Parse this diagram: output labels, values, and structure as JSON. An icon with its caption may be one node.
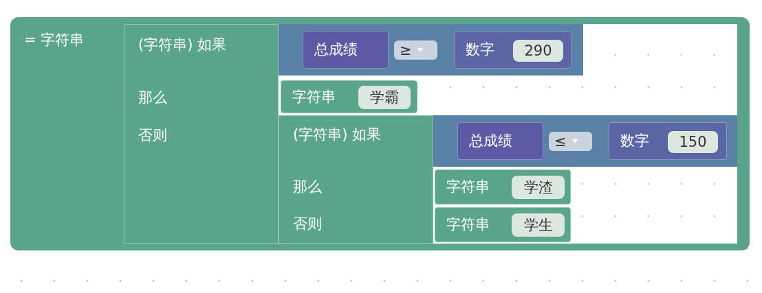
{
  "diagram": {
    "nodes": [
      {
        "text": [
          "= 字符串"
        ]
      },
      {
        "text": [
          "(字符串) 如果",
          "那么",
          "否则"
        ],
        "in": 0
      },
      {
        "text": [],
        "shape": "box",
        "in": 0
      },
      {
        "text": [
          "总成绩"
        ],
        "in": 2
      },
      {
        "text": [
          "≥"
        ],
        "in": 2
      },
      {
        "text": [
          "数字"
        ],
        "in": 2
      },
      {
        "text": [
          "290"
        ],
        "in": 5
      },
      {
        "text": [
          "字符串"
        ],
        "in": 0
      },
      {
        "text": [
          "学霸"
        ],
        "in": 7
      },
      {
        "text": [
          "(字符串) 如果",
          "那么",
          "否则"
        ],
        "in": 0
      },
      {
        "text": [],
        "shape": "box",
        "in": 0
      },
      {
        "text": [
          "总成绩"
        ],
        "in": 10
      },
      {
        "text": [
          "≤"
        ],
        "in": 10
      },
      {
        "text": [
          "数字"
        ],
        "in": 10
      },
      {
        "text": [
          "150"
        ],
        "in": 13
      },
      {
        "text": [
          "字符串"
        ],
        "in": 0
      },
      {
        "text": [
          "学渣"
        ],
        "in": 15
      },
      {
        "text": [
          "字符串"
        ],
        "in": 0
      },
      {
        "text": [
          "学生"
        ],
        "in": 17
      }
    ],
    "edges": []
  }
}
